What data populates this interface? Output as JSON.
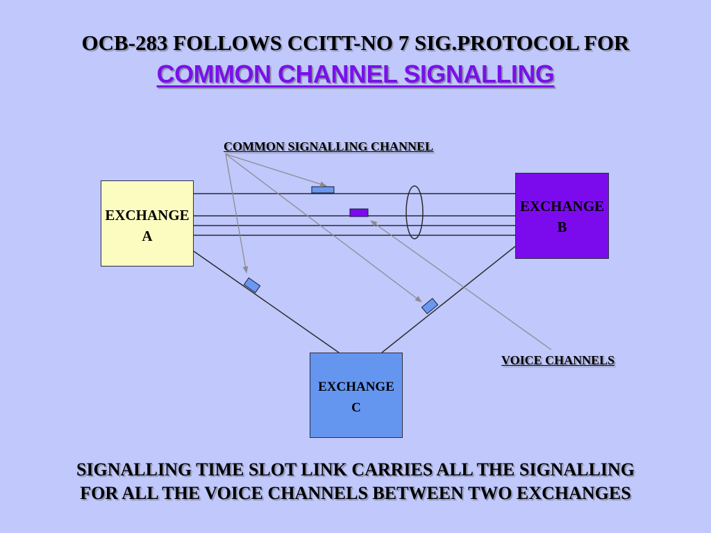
{
  "title": {
    "line1": "OCB-283 FOLLOWS CCITT-NO 7 SIG.PROTOCOL FOR",
    "line2": "COMMON CHANNEL SIGNALLING"
  },
  "labels": {
    "common_signalling_channel": "COMMON SIGNALLING  CHANNEL",
    "voice_channels": "VOICE CHANNELS"
  },
  "exchanges": {
    "a": {
      "line1": "EXCHANGE",
      "line2": "A",
      "color": "#fdfcc0"
    },
    "b": {
      "line1": "EXCHANGE",
      "line2": "B",
      "color": "#7b0bec"
    },
    "c": {
      "line1": "EXCHANGE",
      "line2": "C",
      "color": "#6495ef"
    }
  },
  "footer": {
    "line1": "SIGNALLING  TIME SLOT LINK CARRIES ALL THE SIGNALLING",
    "line2": "FOR  ALL THE VOICE CHANNELS BETWEEN TWO EXCHANGES"
  },
  "colors": {
    "background": "#c0c8fc",
    "accent": "#7a10e8",
    "time_slot_light": "#6a98ee",
    "time_slot_purple": "#7b0bec"
  }
}
